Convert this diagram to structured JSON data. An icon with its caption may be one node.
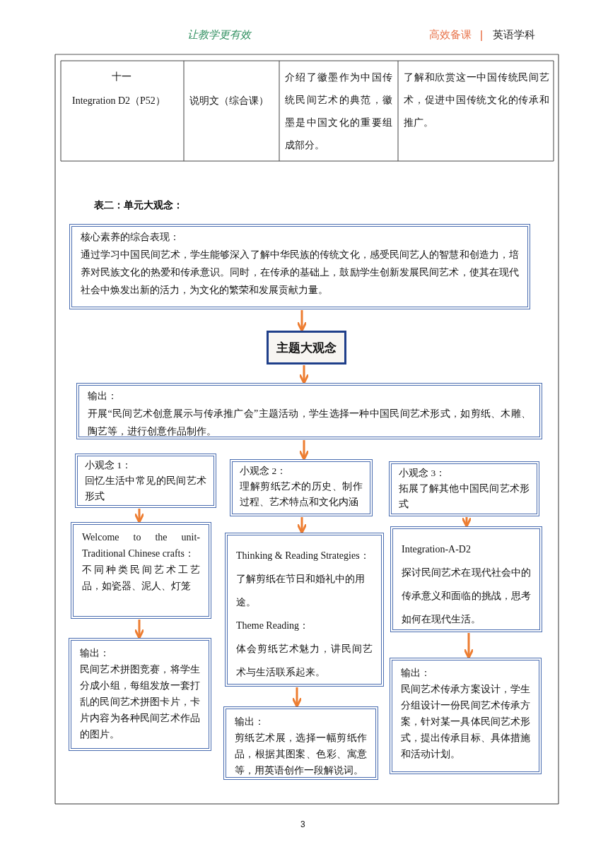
{
  "diagram": {
    "title": "表二：单元大观念：",
    "nodes": [
      {
        "text": [
          "核心素养的综合表现：",
          "通过学习中国民间艺术，学生能够深入了解中华民族的传统文化，感受民间艺人的智慧和创造力，培养对民族文化的热爱和传承意识。同时，在传承的基础上，鼓励学生创新发展民间艺术，使其在现代社会中焕发出新的活力，为文化的繁荣和发展贡献力量。"
        ]
      },
      {
        "text": [
          "主题大观念"
        ]
      },
      {
        "text": [
          "输出：",
          "开展“民间艺术创意展示与传承推广会”主题活动，学生选择一种中国民间艺术形式，如剪纸、木雕、陶艺等，进行创意作品制作。"
        ]
      },
      {
        "text": [
          "小观念 1：",
          "回忆生活中常见的民间艺术形式"
        ]
      },
      {
        "text": [
          "小观念 2：",
          "理解剪纸艺术的历史、制作过程、艺术特点和文化内涵"
        ]
      },
      {
        "text": [
          "小观念 3：",
          "拓展了解其他中国民间艺术形式"
        ]
      },
      {
        "text": [
          "Welcome to the unit-Traditional Chinese crafts：",
          "不同种类民间艺术工艺品，如瓷器、泥人、灯笼"
        ]
      },
      {
        "text": [
          "Thinking & Reading Strategies：了解剪纸在节日和婚礼中的用途。",
          "Theme Reading：",
          "体会剪纸艺术魅力，讲民间艺术与生活联系起来。"
        ]
      },
      {
        "text": [
          "Integration-A-D2",
          "探讨民间艺术在现代社会中的传承意义和面临的挑战，思考如何在现代生活。"
        ]
      },
      {
        "text": [
          "输出：",
          "民间艺术拼图竞赛，将学生分成小组，每组发放一套打乱的民间艺术拼图卡片，卡片内容为各种民间艺术作品的图片。"
        ]
      },
      {
        "text": [
          "输出：",
          "剪纸艺术展，选择一幅剪纸作品，根据其图案、色彩、寓意等，用英语创作一段解说词。"
        ]
      },
      {
        "text": [
          "输出：",
          "民间艺术传承方案设计，学生分组设计一份民间艺术传承方案，针对某一具体民间艺术形式，提出传承目标、具体措施和活动计划。"
        ]
      }
    ],
    "edges": [
      {
        "from": 0,
        "to": 1,
        "arrow": "to"
      },
      {
        "from": 1,
        "to": 2,
        "arrow": "to"
      },
      {
        "from": 2,
        "to": 4,
        "arrow": "to"
      },
      {
        "from": 3,
        "to": 6,
        "arrow": "to"
      },
      {
        "from": 4,
        "to": 7,
        "arrow": "to"
      },
      {
        "from": 5,
        "to": 8,
        "arrow": "to"
      },
      {
        "from": 6,
        "to": 9,
        "arrow": "to"
      },
      {
        "from": 7,
        "to": 10,
        "arrow": "to"
      },
      {
        "from": 8,
        "to": 11,
        "arrow": "to"
      }
    ],
    "labels": [
      "让教学更有效",
      "高效备课",
      "英语学科",
      "十一",
      "Integration D2（P52）",
      "说明文（综合课）",
      "介绍了徽墨作为中国传统民间艺术的典范，徽墨是中国文化的重要组成部分。",
      "了解和欣赏这一中国传统民间艺术，促进中国传统文化的传承和推广。",
      "3"
    ]
  }
}
